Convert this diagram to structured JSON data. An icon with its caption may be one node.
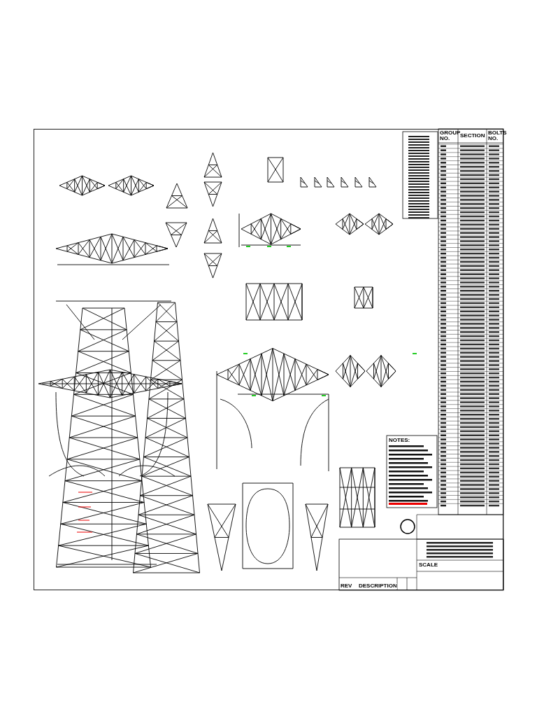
{
  "diagram": {
    "labels": [
      "NOTES:",
      "GROUP NO.",
      "SECTION",
      "BOLTS NO.",
      "REV",
      "DESCRIPTION",
      "SCALE"
    ]
  }
}
